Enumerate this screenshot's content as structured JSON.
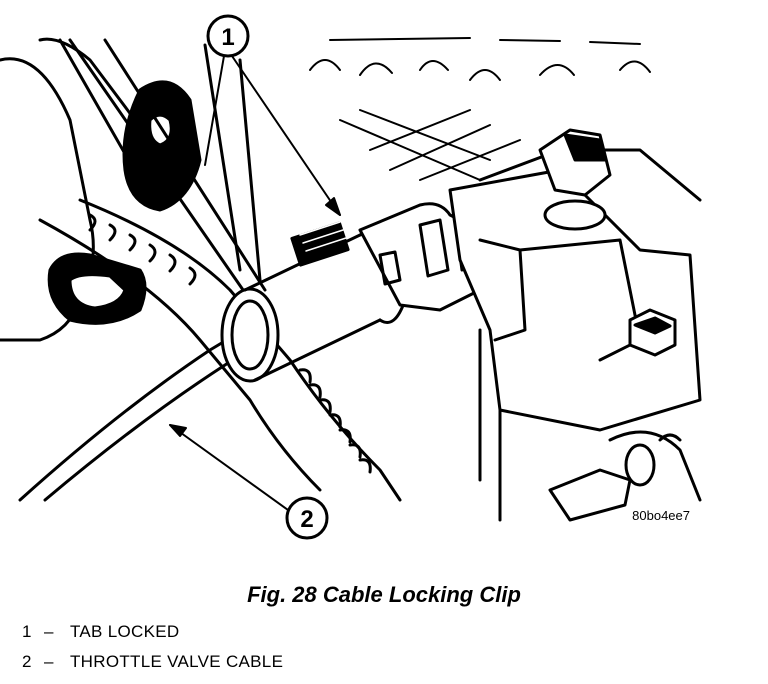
{
  "callouts": [
    {
      "number": "1"
    },
    {
      "number": "2"
    }
  ],
  "figure_id": "80bo4ee7",
  "caption": "Fig. 28 Cable Locking Clip",
  "legend": [
    {
      "number": "1",
      "dash": "–",
      "text": "TAB LOCKED"
    },
    {
      "number": "2",
      "dash": "–",
      "text": "THROTTLE VALVE CABLE"
    }
  ]
}
